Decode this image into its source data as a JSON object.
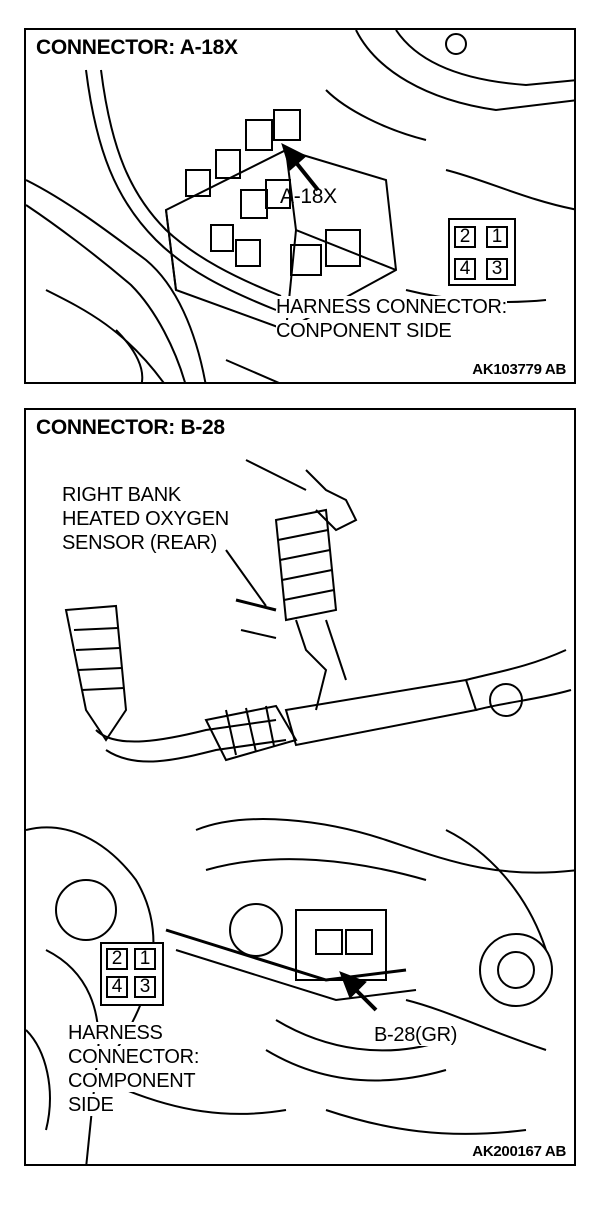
{
  "panel_a": {
    "title": "CONNECTOR: A-18X",
    "pointer_label": "A-18X",
    "connector_label_1": "HARNESS CONNECTOR:",
    "connector_label_2": "CONPONENT SIDE",
    "pins": [
      "2",
      "1",
      "4",
      "3"
    ],
    "figure_code": "AK103779 AB"
  },
  "panel_b": {
    "title": "CONNECTOR: B-28",
    "sensor_label_1": "RIGHT BANK",
    "sensor_label_2": "HEATED OXYGEN",
    "sensor_label_3": "SENSOR (REAR)",
    "pointer_label": "B-28(GR)",
    "connector_label_1": "HARNESS",
    "connector_label_2": "CONNECTOR:",
    "connector_label_3": "COMPONENT",
    "connector_label_4": "SIDE",
    "pins": [
      "2",
      "1",
      "4",
      "3"
    ],
    "figure_code": "AK200167 AB"
  }
}
